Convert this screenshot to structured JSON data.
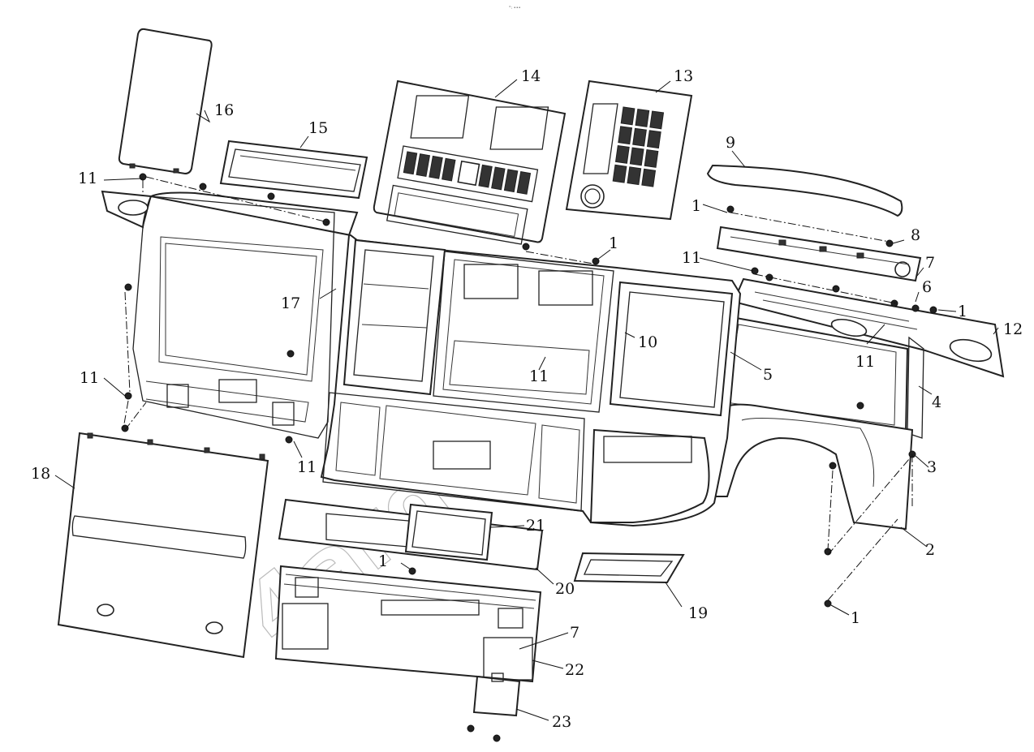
{
  "header": {
    "stamp": "°: ••• "
  },
  "colors": {
    "line": "#222222",
    "background": "#ffffff",
    "watermark": "#bbbbbb"
  },
  "callouts": {
    "c1a": "1",
    "c1b": "1",
    "c1c": "1",
    "c1d": "1",
    "c1e": "1",
    "c2": "2",
    "c3": "3",
    "c4": "4",
    "c5": "5",
    "c6": "6",
    "c7a": "7",
    "c7b": "7",
    "c8": "8",
    "c9": "9",
    "c10": "10",
    "c11a": "11",
    "c11b": "11",
    "c11c": "11",
    "c11d": "11",
    "c11e": "11",
    "c12": "12",
    "c13": "13",
    "c14": "14",
    "c15": "15",
    "c16": "16",
    "c17": "17",
    "c18": "18",
    "c19": "19",
    "c20": "20",
    "c21": "21",
    "c22": "22",
    "c23": "23"
  },
  "watermark": {
    "text": "4ardoc.ru"
  }
}
